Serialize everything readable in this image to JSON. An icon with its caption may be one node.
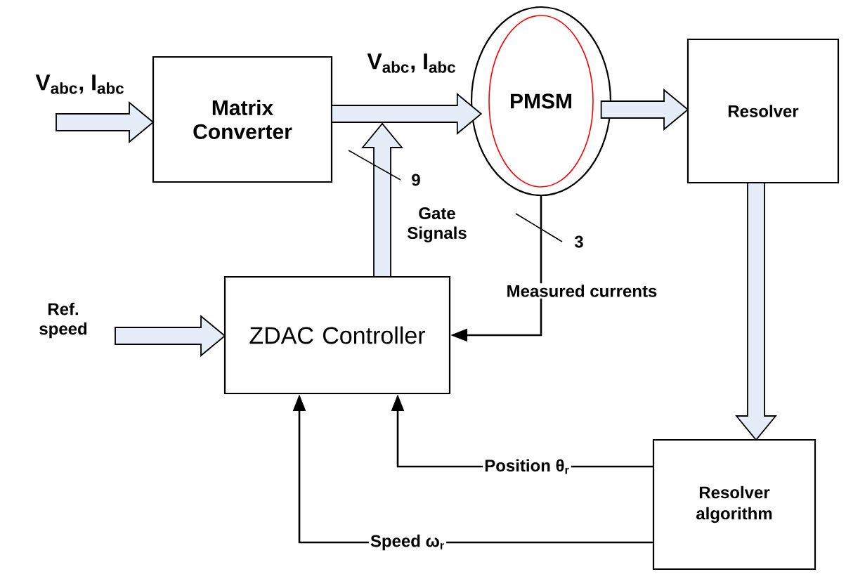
{
  "diagram": {
    "nodes": [
      {
        "text": [
          "Matrix Converter"
        ]
      },
      {
        "text": [
          "PMSM"
        ]
      },
      {
        "text": [
          "Resolver"
        ]
      },
      {
        "text": [
          "ZDAC Controller"
        ]
      },
      {
        "text": [
          "Resolver algorithm"
        ]
      }
    ],
    "edges": [
      {
        "from": null,
        "to": 0,
        "arrow": "to",
        "style": "thick",
        "label": "V$_{abc}$, I$_{abc}$"
      },
      {
        "from": 0,
        "to": 1,
        "arrow": "to",
        "style": "thick",
        "label": "V$_{abc}$, I$_{abc}$"
      },
      {
        "from": 1,
        "to": 2,
        "arrow": "to",
        "style": "thick"
      },
      {
        "from": 3,
        "to": null,
        "arrow": "to",
        "style": "thick",
        "label": "Gate Signals"
      },
      {
        "from": 1,
        "to": 3,
        "arrow": "to",
        "label": "Measured currents"
      },
      {
        "from": 2,
        "to": 4,
        "arrow": "to",
        "style": "thick"
      },
      {
        "from": 4,
        "to": 3,
        "arrow": "to",
        "label": "Position θ$_{r}$"
      },
      {
        "from": 4,
        "to": 3,
        "arrow": "to",
        "label": "Speed ω$_{r}$"
      },
      {
        "from": null,
        "to": 3,
        "arrow": "to",
        "style": "thick",
        "label": "Ref. speed"
      }
    ],
    "labels": [
      "9",
      "3"
    ]
  }
}
